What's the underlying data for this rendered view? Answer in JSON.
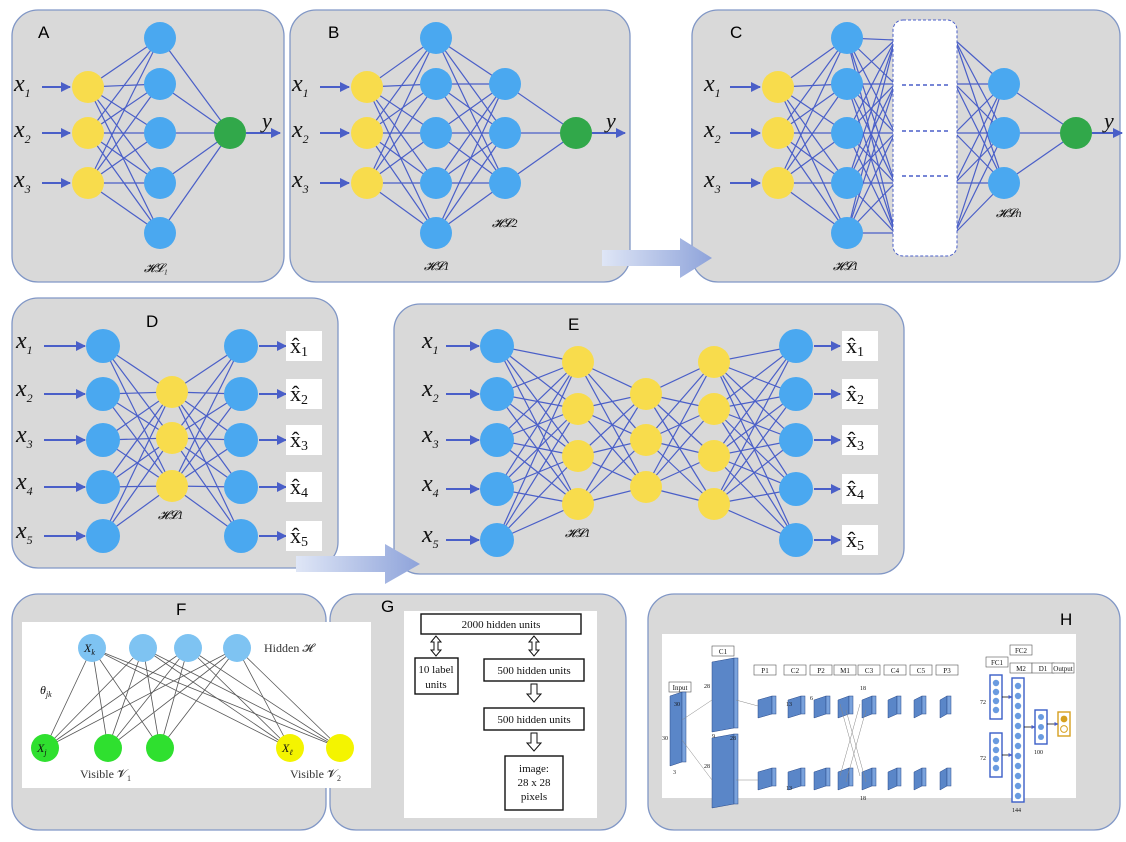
{
  "panels": {
    "A": {
      "letter": "A",
      "inputs": [
        "x",
        "x",
        "x"
      ],
      "input_subs": [
        "1",
        "2",
        "3"
      ],
      "output": "y",
      "hidden_labels": [
        "𝓗𝓛₁"
      ]
    },
    "B": {
      "letter": "B",
      "inputs": [
        "x",
        "x",
        "x"
      ],
      "input_subs": [
        "1",
        "2",
        "3"
      ],
      "output": "y",
      "hidden_labels": [
        "𝓗𝓛1",
        "𝓗𝓛2"
      ]
    },
    "C": {
      "letter": "C",
      "inputs": [
        "x",
        "x",
        "x"
      ],
      "input_subs": [
        "1",
        "2",
        "3"
      ],
      "output": "y",
      "hidden_labels": [
        "𝓗𝓛1",
        "𝓗𝓛n"
      ]
    },
    "D": {
      "letter": "D",
      "inputs": [
        "x",
        "x",
        "x",
        "x",
        "x"
      ],
      "input_subs": [
        "1",
        "2",
        "3",
        "4",
        "5"
      ],
      "outputs": [
        "x̂",
        "x̂",
        "x̂",
        "x̂",
        "x̂"
      ],
      "output_subs": [
        "1",
        "2",
        "3",
        "4",
        "5"
      ],
      "hidden_labels": [
        "𝓗𝓛1"
      ]
    },
    "E": {
      "letter": "E",
      "inputs": [
        "x",
        "x",
        "x",
        "x",
        "x"
      ],
      "input_subs": [
        "1",
        "2",
        "3",
        "4",
        "5"
      ],
      "outputs": [
        "x̂",
        "x̂",
        "x̂",
        "x̂",
        "x̂"
      ],
      "output_subs": [
        "1",
        "2",
        "3",
        "4",
        "5"
      ],
      "hidden_labels": [
        "𝓗𝓛1"
      ]
    },
    "F": {
      "letter": "F",
      "hidden_label": "Hidden 𝓗",
      "visible1_label": "Visible 𝓥",
      "visible1_sub": "1",
      "visible2_label": "Visible 𝓥",
      "visible2_sub": "2",
      "node_xk": "X",
      "node_xk_sub": "k",
      "node_xj": "X",
      "node_xj_sub": "j",
      "node_xl": "X",
      "node_xl_sub": "ℓ",
      "weight": "θ",
      "weight_sub": "jk"
    },
    "G": {
      "letter": "G",
      "top": "2000 hidden units",
      "label_units": [
        "10 label",
        "units"
      ],
      "mid1": "500 hidden units",
      "mid2": "500 hidden units",
      "image": [
        "image:",
        "28 x 28",
        "pixels"
      ]
    },
    "H": {
      "letter": "H",
      "layers": [
        "Input",
        "C1",
        "P1",
        "C2",
        "P2",
        "M1",
        "C3",
        "C4",
        "C5",
        "P3",
        "FC1",
        "FC2",
        "M2",
        "D1",
        "Output"
      ],
      "numbers": [
        "30",
        "28",
        "9",
        "13",
        "6",
        "18",
        "72",
        "144",
        "100",
        "3"
      ]
    }
  },
  "colors": {
    "panel_bg": "#d9d9d9",
    "panel_border": "#8197c6",
    "hidden_node": "#4aa8f0",
    "input_node": "#f8dc4c",
    "output_node": "#31a84a",
    "edge": "#4a5fc8",
    "arrow": "#8fa5dc",
    "rbm_hidden": "#7ec3f2",
    "rbm_v1": "#2fe02f",
    "rbm_v2": "#f4f400"
  }
}
